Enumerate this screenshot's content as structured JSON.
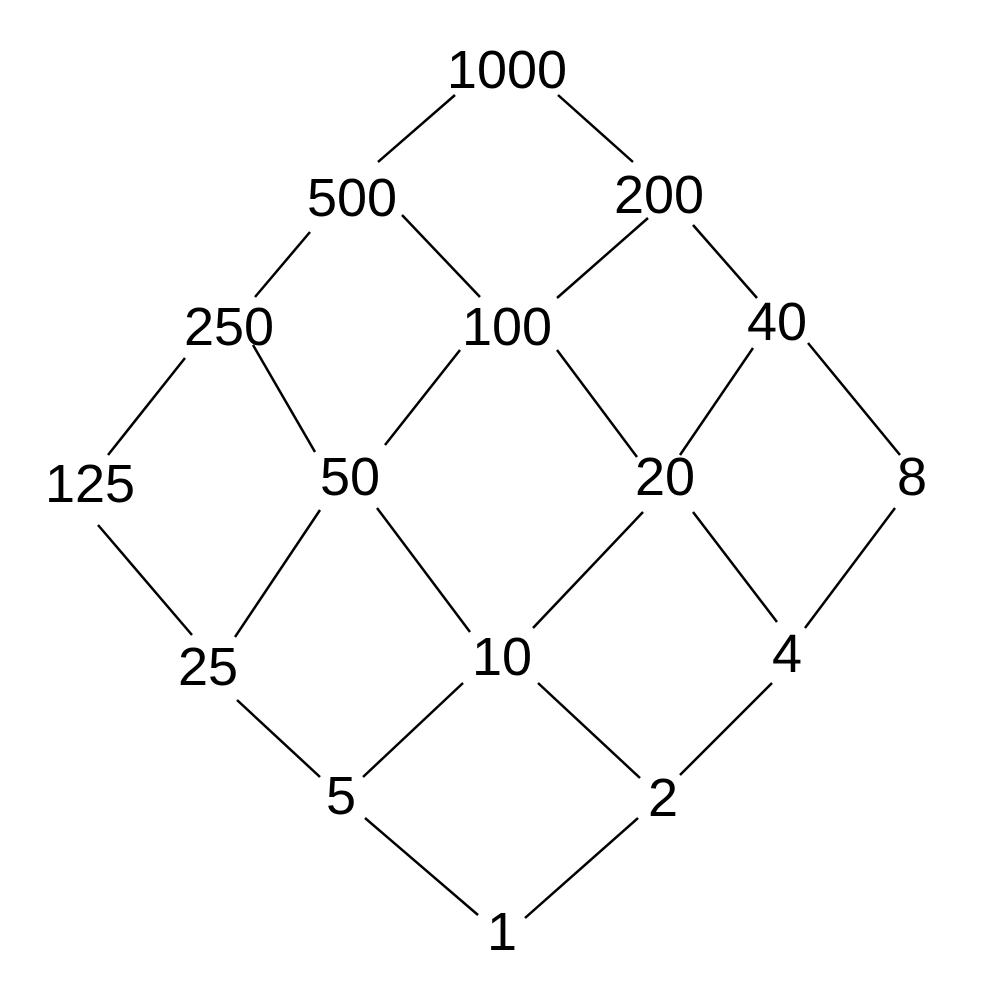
{
  "diagram": {
    "type": "divisor-lattice",
    "nodes": [
      {
        "id": "n1000",
        "label": "1000"
      },
      {
        "id": "n500",
        "label": "500"
      },
      {
        "id": "n200",
        "label": "200"
      },
      {
        "id": "n250",
        "label": "250"
      },
      {
        "id": "n100",
        "label": "100"
      },
      {
        "id": "n40",
        "label": "40"
      },
      {
        "id": "n125",
        "label": "125"
      },
      {
        "id": "n50",
        "label": "50"
      },
      {
        "id": "n20",
        "label": "20"
      },
      {
        "id": "n8",
        "label": "8"
      },
      {
        "id": "n25",
        "label": "25"
      },
      {
        "id": "n10",
        "label": "10"
      },
      {
        "id": "n4",
        "label": "4"
      },
      {
        "id": "n5",
        "label": "5"
      },
      {
        "id": "n2",
        "label": "2"
      },
      {
        "id": "n1",
        "label": "1"
      }
    ],
    "edges": [
      {
        "from": "n1000",
        "to": "n500"
      },
      {
        "from": "n1000",
        "to": "n200"
      },
      {
        "from": "n500",
        "to": "n250"
      },
      {
        "from": "n500",
        "to": "n100"
      },
      {
        "from": "n200",
        "to": "n100"
      },
      {
        "from": "n200",
        "to": "n40"
      },
      {
        "from": "n250",
        "to": "n125"
      },
      {
        "from": "n250",
        "to": "n50"
      },
      {
        "from": "n100",
        "to": "n50"
      },
      {
        "from": "n100",
        "to": "n20"
      },
      {
        "from": "n40",
        "to": "n20"
      },
      {
        "from": "n40",
        "to": "n8"
      },
      {
        "from": "n125",
        "to": "n25"
      },
      {
        "from": "n50",
        "to": "n25"
      },
      {
        "from": "n50",
        "to": "n10"
      },
      {
        "from": "n20",
        "to": "n10"
      },
      {
        "from": "n20",
        "to": "n4"
      },
      {
        "from": "n8",
        "to": "n4"
      },
      {
        "from": "n25",
        "to": "n5"
      },
      {
        "from": "n10",
        "to": "n5"
      },
      {
        "from": "n10",
        "to": "n2"
      },
      {
        "from": "n4",
        "to": "n2"
      },
      {
        "from": "n5",
        "to": "n1"
      },
      {
        "from": "n2",
        "to": "n1"
      }
    ]
  }
}
